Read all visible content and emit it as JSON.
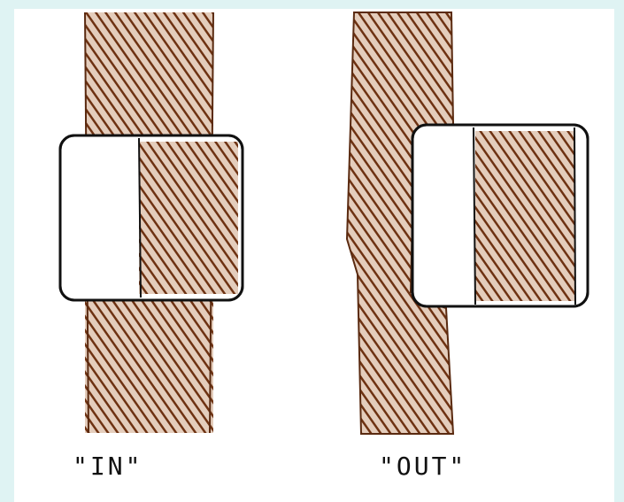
{
  "colors": {
    "background": "#dff3f3",
    "paper": "#ffffff",
    "hatch": "#7a3a16",
    "hatch_dark": "#5a2a10",
    "outline": "#111111",
    "stroke_blue": "#9fd8d8"
  },
  "panels": [
    {
      "id": "in",
      "caption": "\"IN\""
    },
    {
      "id": "out",
      "caption": "\"OUT\""
    }
  ]
}
